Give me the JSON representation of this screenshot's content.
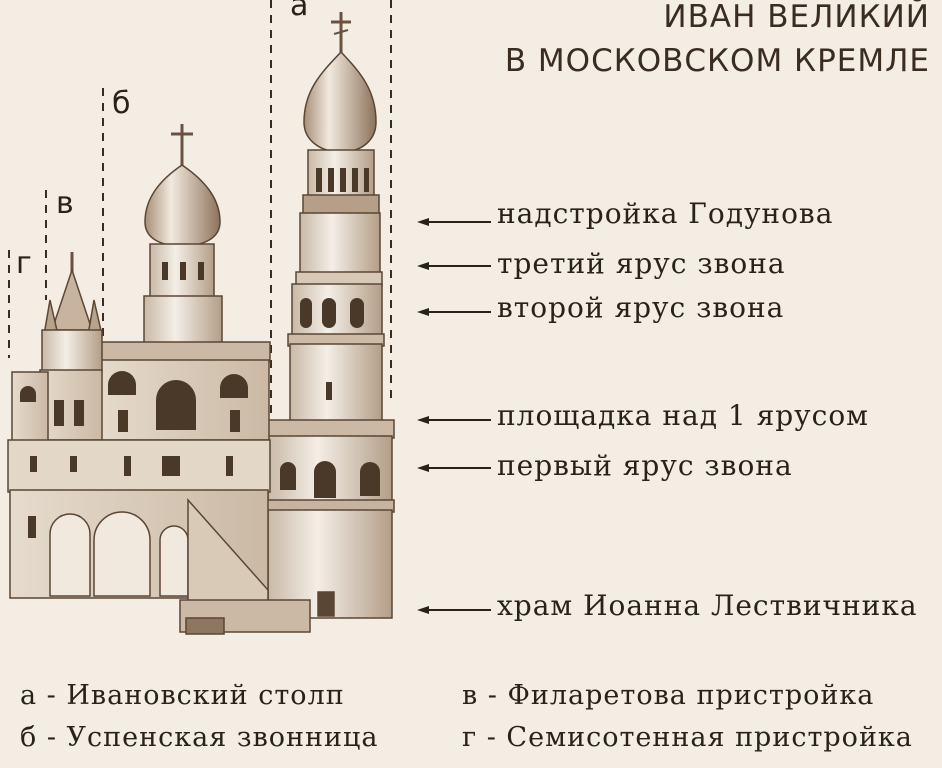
{
  "title": {
    "line1": "ИВАН ВЕЛИКИЙ",
    "line2": "В МОСКОВСКОМ КРЕМЛЕ"
  },
  "markers": {
    "a": "а",
    "b": "б",
    "v": "в",
    "g": "г"
  },
  "callouts": [
    "надстройка  Годунова",
    "третий  ярус  звона",
    "второй  ярус  звона",
    "площадка  над  1  ярусом",
    "первый  ярус  звона",
    "храм  Иоанна  Лествичника"
  ],
  "legend": [
    "а  -  Ивановский  столп",
    "б  -  Успенская  звонница",
    "в  -  Филаретова  пристройка",
    "г  -  Семисотенная  пристройка"
  ]
}
